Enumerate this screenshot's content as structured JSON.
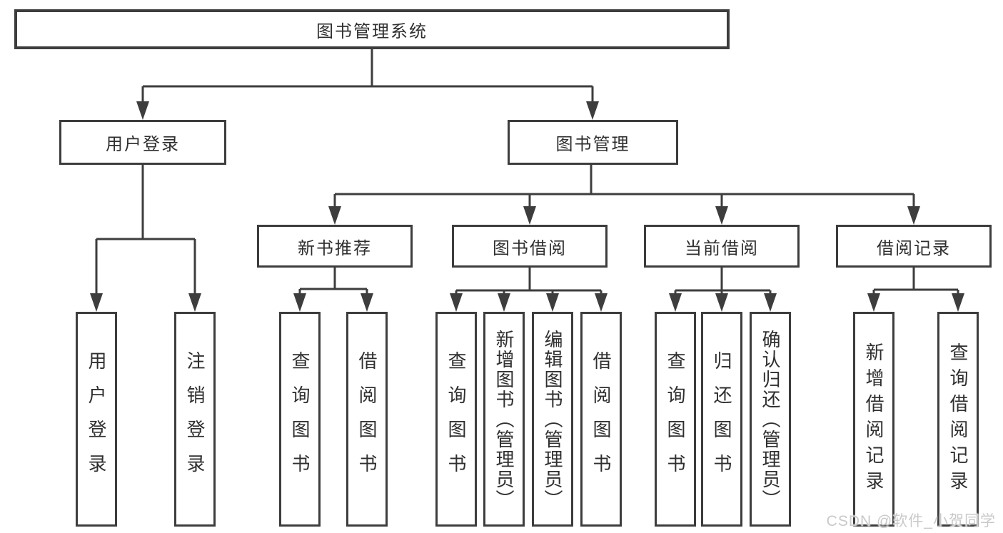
{
  "colors": {
    "line": "#3d3d3d",
    "text": "#2f2f2f",
    "background": "#ffffff",
    "watermark": "#c9c9c9"
  },
  "watermark": {
    "text": "CSDN @软件_小贺同学"
  },
  "tree": {
    "label": "图书管理系统",
    "children": [
      {
        "label": "用户登录",
        "children": [
          "用户登录",
          "注销登录"
        ]
      },
      {
        "label": "图书管理",
        "children": [
          {
            "label": "新书推荐",
            "children": [
              "查询图书",
              "借阅图书"
            ]
          },
          {
            "label": "图书借阅",
            "children": [
              "查询图书",
              "新增图书（管理员）",
              "编辑图书（管理员）",
              "借阅图书"
            ]
          },
          {
            "label": "当前借阅",
            "children": [
              "查询图书",
              "归还图书",
              "确认归还（管理员）"
            ]
          },
          {
            "label": "借阅记录",
            "children": [
              "新增借阅记录",
              "查询借阅记录"
            ]
          }
        ]
      }
    ]
  }
}
